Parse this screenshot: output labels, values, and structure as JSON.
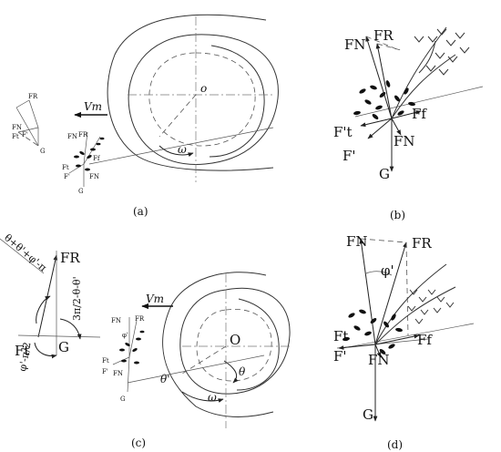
{
  "panels": {
    "a": {
      "caption": "(a)",
      "center_label": "o",
      "velocity_label": "Vm",
      "omega_label": "ω",
      "inset_labels": [
        "FR",
        "FN",
        "Ft",
        "F'",
        "G"
      ],
      "cluster_labels": [
        "FN",
        "FR",
        "Ff",
        "Ft",
        "F'",
        "FN",
        "G"
      ]
    },
    "b": {
      "caption": "(b)",
      "labels": [
        "FN",
        "FR",
        "Ff",
        "F't",
        "F'",
        "FN",
        "G"
      ]
    },
    "c": {
      "caption": "(c)",
      "angle_top": "θ+θ'+φ'-π",
      "angle_right": "3π/2-θ-θ'",
      "angle_bottom": "φ'-π/2",
      "force_labels": [
        "FR",
        "Ft",
        "G"
      ],
      "center_label": "O",
      "theta_label": "θ",
      "theta_prime_label": "θ'",
      "velocity_label": "Vm",
      "omega_label": "ω",
      "cluster_labels": [
        "FN",
        "FR",
        "φ'",
        "Ft",
        "F'",
        "FN",
        "G"
      ]
    },
    "d": {
      "caption": "(d)",
      "labels": [
        "FN",
        "FR",
        "φ'",
        "Ft",
        "Ff",
        "F'",
        "FN",
        "G"
      ]
    }
  }
}
